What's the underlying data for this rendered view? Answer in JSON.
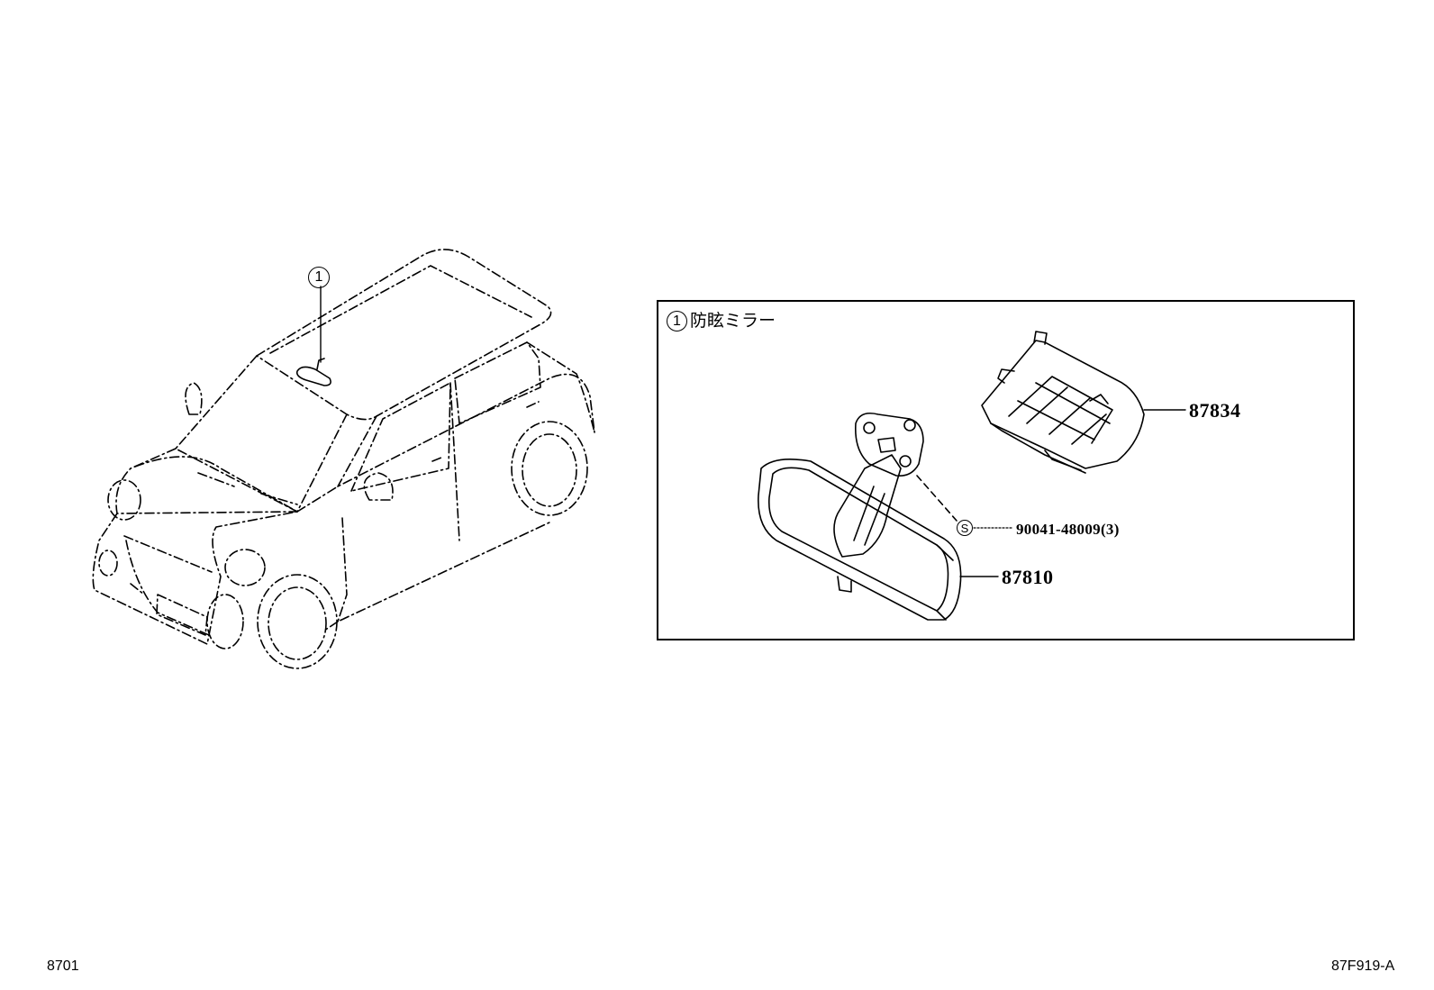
{
  "callouts": {
    "car_marker": "1",
    "box_marker": "1",
    "fastener_marker": "S"
  },
  "detail_box": {
    "title": "防眩ミラー"
  },
  "parts": {
    "cover": "87834",
    "screw": "90041-48009(3)",
    "mirror": "87810"
  },
  "footer": {
    "left_code": "8701",
    "right_code": "87F919-A"
  }
}
